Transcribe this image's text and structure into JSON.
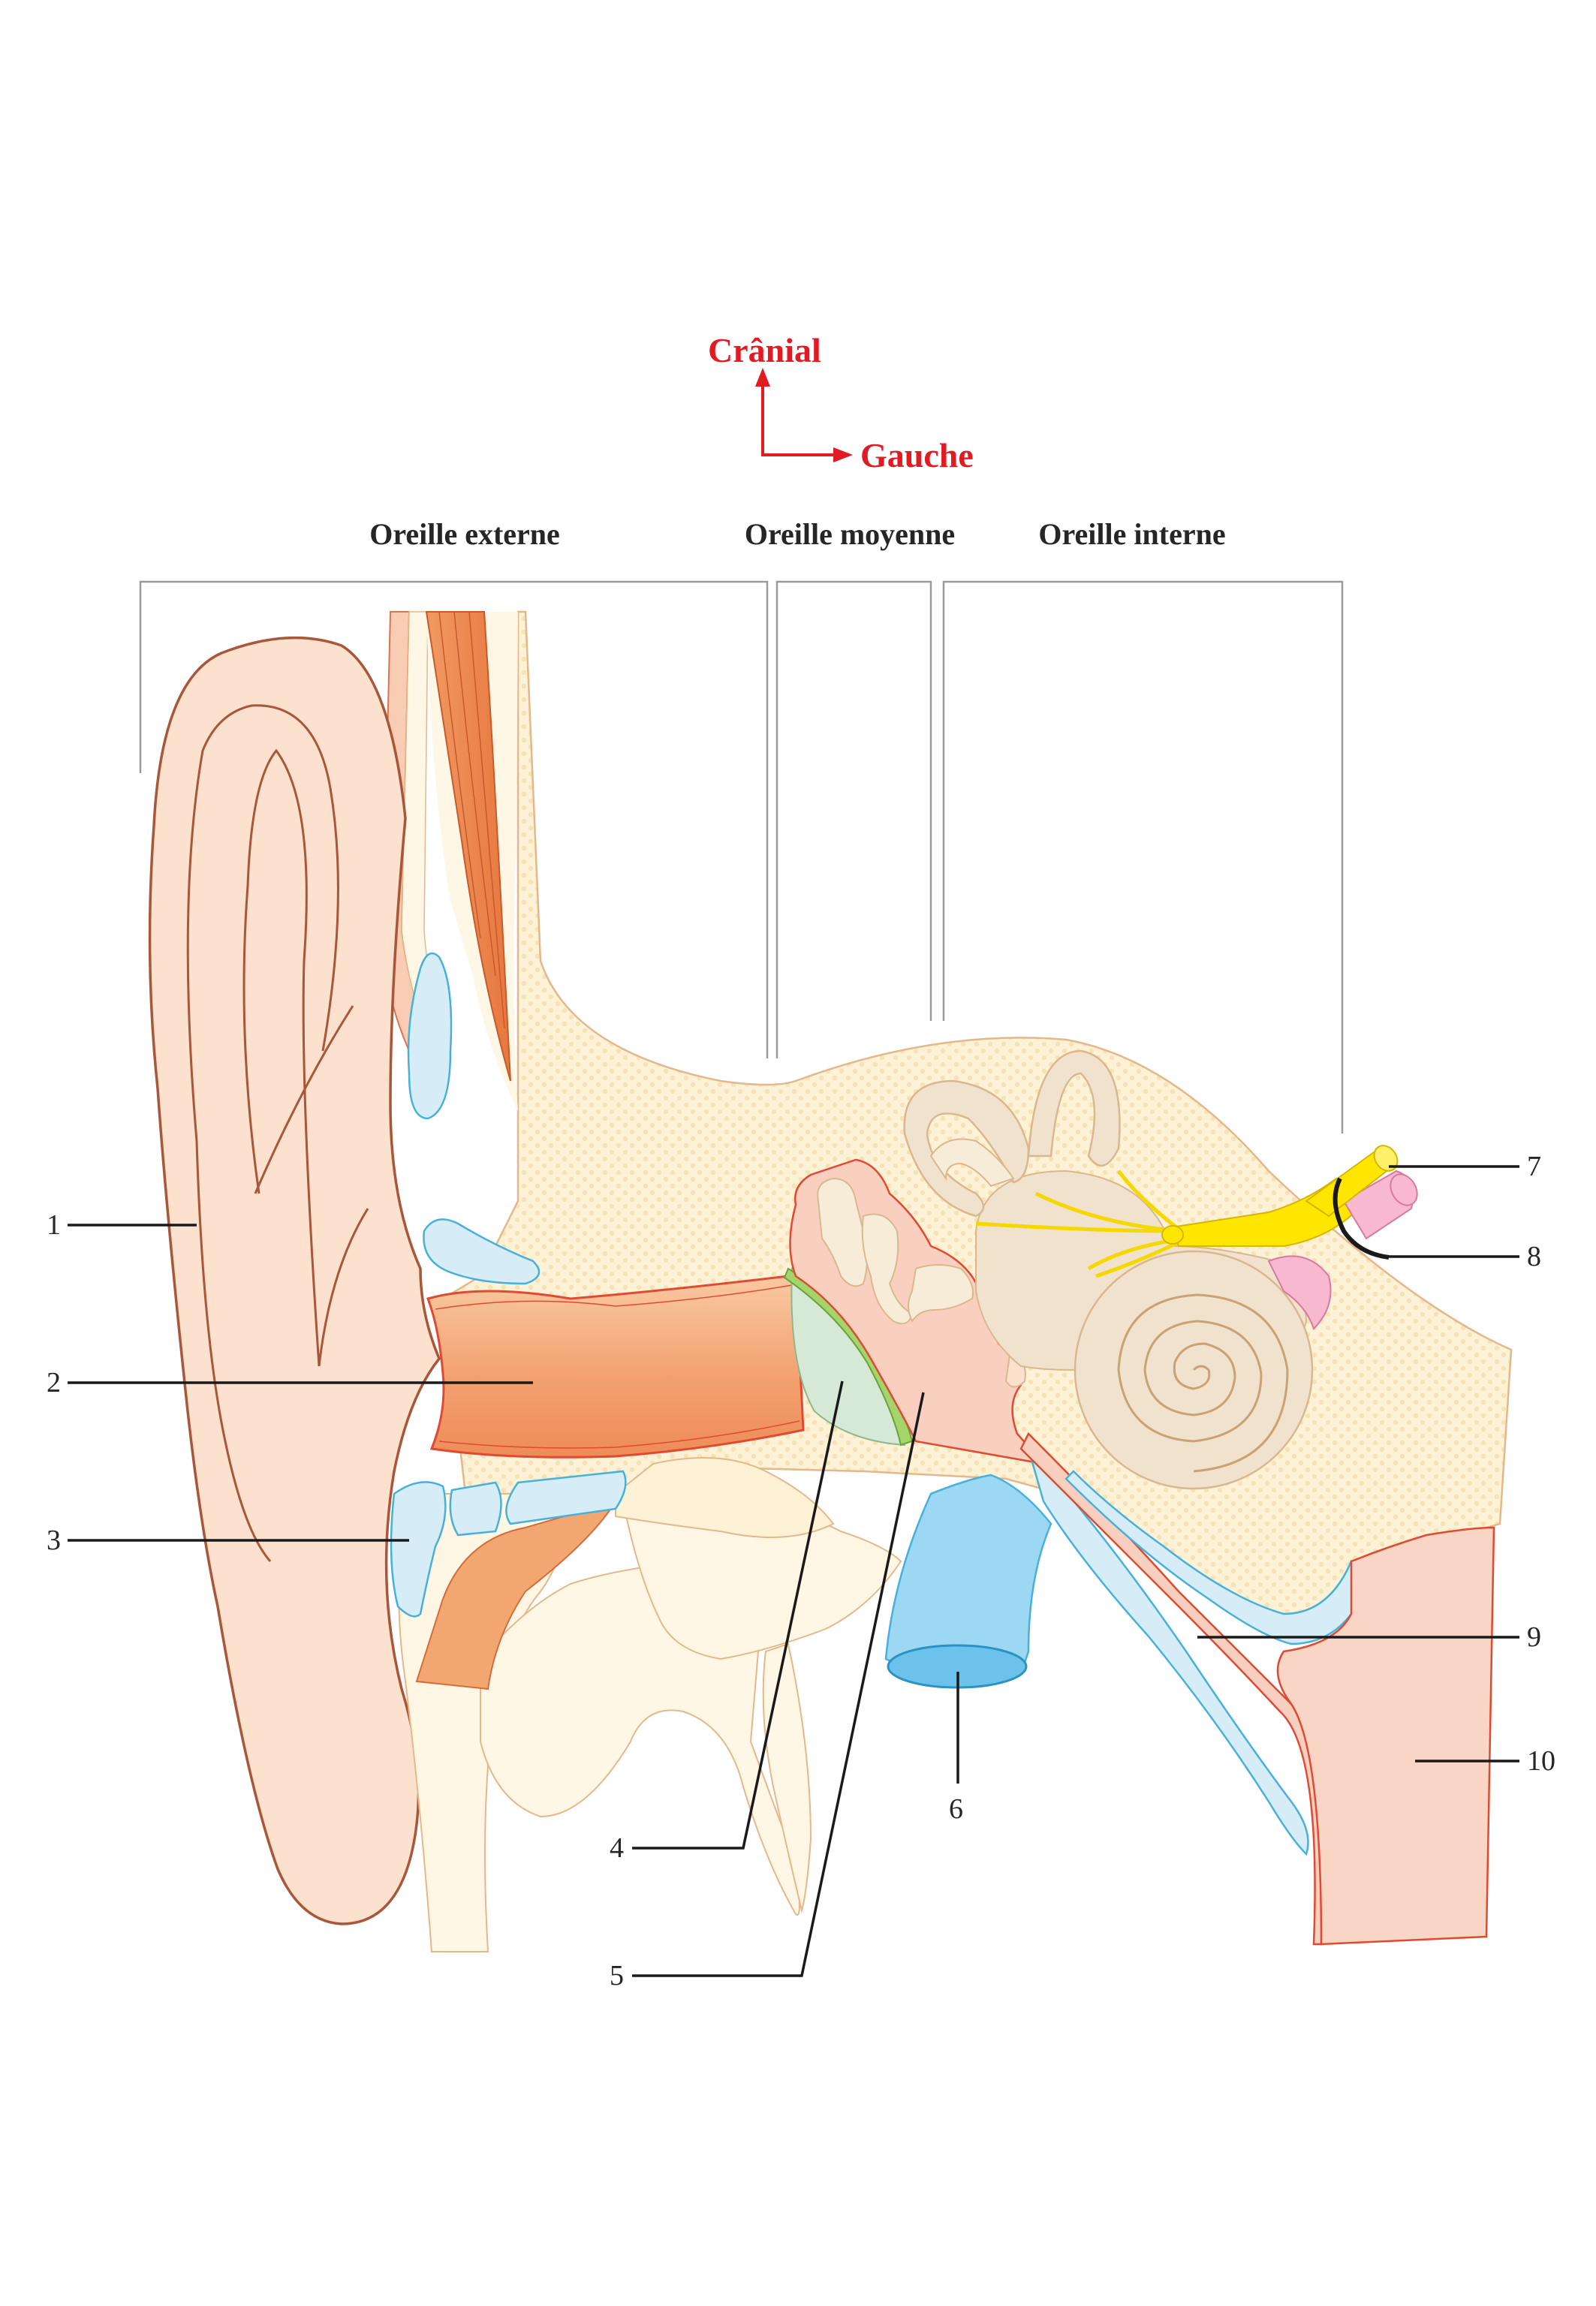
{
  "orientation": {
    "up_label": "Crânial",
    "right_label": "Gauche",
    "color": "#e21a22"
  },
  "sections": {
    "outer": "Oreille externe",
    "middle": "Oreille moyenne",
    "inner": "Oreille interne"
  },
  "callouts": {
    "n1": "1",
    "n2": "2",
    "n3": "3",
    "n4": "4",
    "n5": "5",
    "n6": "6",
    "n7": "7",
    "n8": "8",
    "n9": "9",
    "n10": "10"
  },
  "colors": {
    "skin": "#f9dcc8",
    "skin_outline": "#a8573a",
    "bone": "#fdf0d0",
    "canal": "#f3a778",
    "cartilage": "#d6ecf7",
    "eustachian_tube": "#8fd3f2",
    "nerve": "#ffe600",
    "vessel": "#f7b8d0",
    "cochlea": "#f0e2cc"
  }
}
